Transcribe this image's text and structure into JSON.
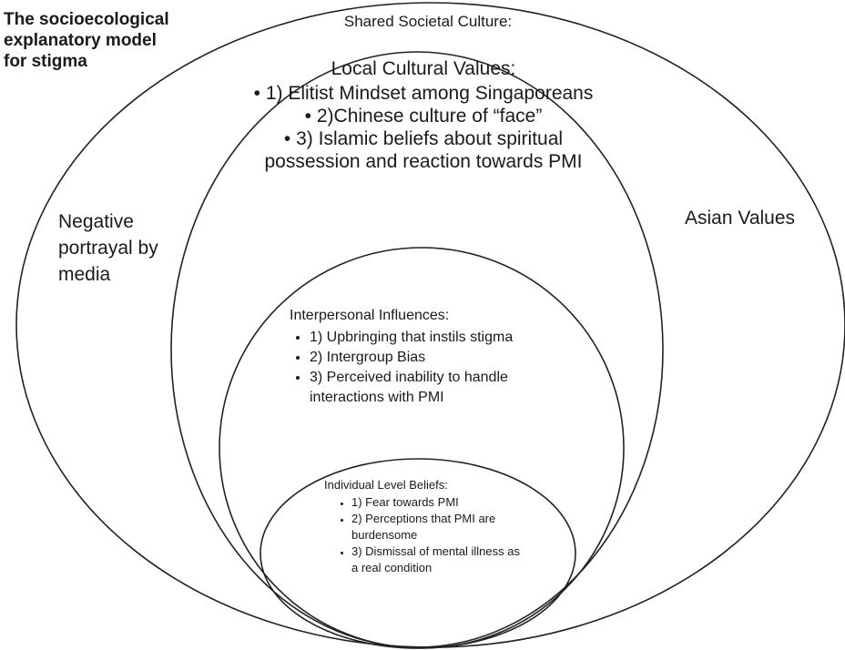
{
  "title": "The socioecological explanatory model for stigma",
  "shared_culture": {
    "label": "Shared Societal Culture:",
    "left_item": "Negative portrayal by media",
    "right_item": "Asian Values"
  },
  "local_values": {
    "heading": "Local Cultural Values:",
    "items": [
      "1) Elitist Mindset among Singaporeans",
      "2)Chinese culture of “face”",
      "3) Islamic beliefs about spiritual possession and reaction towards PMI"
    ]
  },
  "interpersonal": {
    "heading": "Interpersonal Influences:",
    "items": [
      "1) Upbringing that instils stigma",
      "2) Intergroup Bias",
      "3) Perceived inability to handle interactions with PMI"
    ]
  },
  "individual": {
    "heading": "Individual Level Beliefs:",
    "items": [
      "1) Fear towards PMI",
      "2) Perceptions that PMI are burdensome",
      "3) Dismissal of mental illness as a real condition"
    ]
  }
}
